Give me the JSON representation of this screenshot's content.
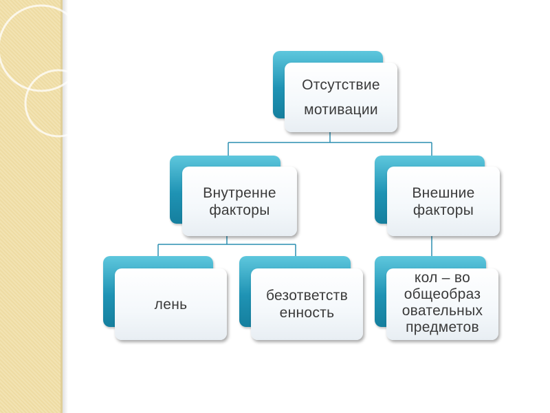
{
  "diagram": {
    "type": "hierarchy",
    "root": {
      "label": "Отсутствие\nмотивации"
    },
    "level2": [
      {
        "label": "Внутренне\nфакторы"
      },
      {
        "label": "Внешние\nфакторы"
      }
    ],
    "level3": [
      {
        "label": "лень",
        "parent": 0
      },
      {
        "label": "безответств\nенность",
        "parent": 0
      },
      {
        "label": "кол – во\nобщеобраз\nовательных\nпредметов",
        "parent": 1
      }
    ]
  },
  "colors": {
    "accent": "#1f93b4",
    "sidebar": "#f2e3b2",
    "text": "#3a3a3a",
    "connector": "#2a8eb0"
  }
}
